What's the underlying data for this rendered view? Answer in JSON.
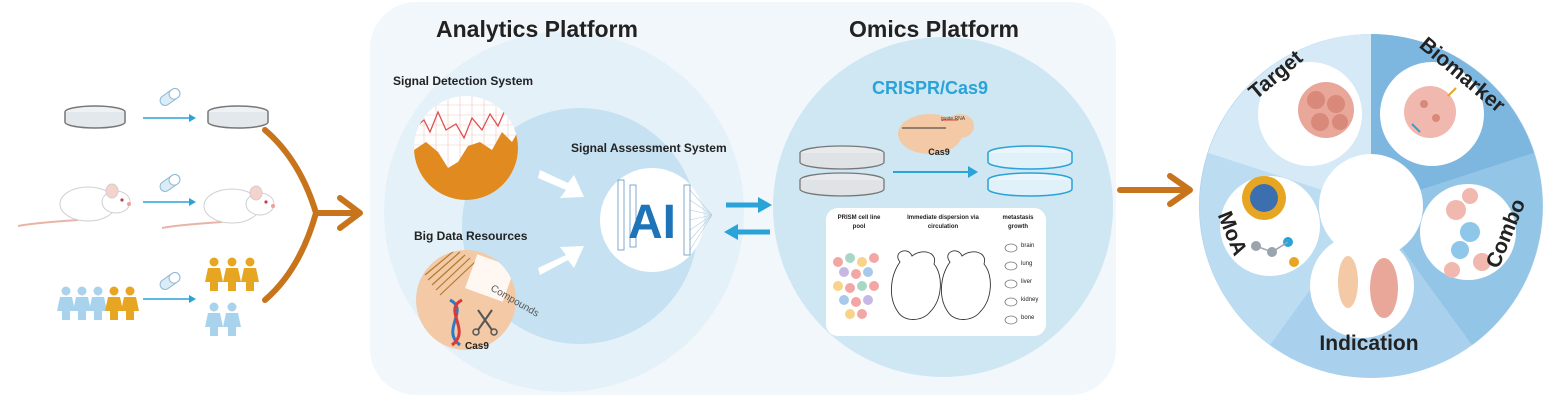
{
  "analytics": {
    "title": "Analytics Platform",
    "signal_detection": "Signal Detection System",
    "signal_assessment": "Signal Assessment System",
    "big_data": "Big Data Resources",
    "ai_label": "AI",
    "compounds_label": "Compounds",
    "cas9_label": "Cas9"
  },
  "omics": {
    "title": "Omics Platform",
    "crispr": "CRISPR/Cas9",
    "guide_rna": "guide RNA",
    "cas9": "Cas9",
    "prism_header": "PRISM cell line pool",
    "dispersion_header": "Immediate dispersion via circulation",
    "metastasis_header": "metastasis growth",
    "organs": [
      "brain",
      "lung",
      "liver",
      "kidney",
      "bone"
    ]
  },
  "wheel": {
    "segments": [
      "Target",
      "Biomarker",
      "Combo",
      "Indication",
      "MoA"
    ]
  },
  "colors": {
    "orange": "#c8741c",
    "panel": "#f1f7fb",
    "light_blue": "#cfe6f3",
    "cyan": "#29a3d8",
    "wheel_dark": "#7db7e0",
    "wheel_light": "#a9d0ec",
    "person_yellow": "#e6a622",
    "person_blue": "#a9d3ec"
  },
  "icons": [
    "pill-icon",
    "petri-dish-icon",
    "mouse-icon",
    "person-icon"
  ]
}
